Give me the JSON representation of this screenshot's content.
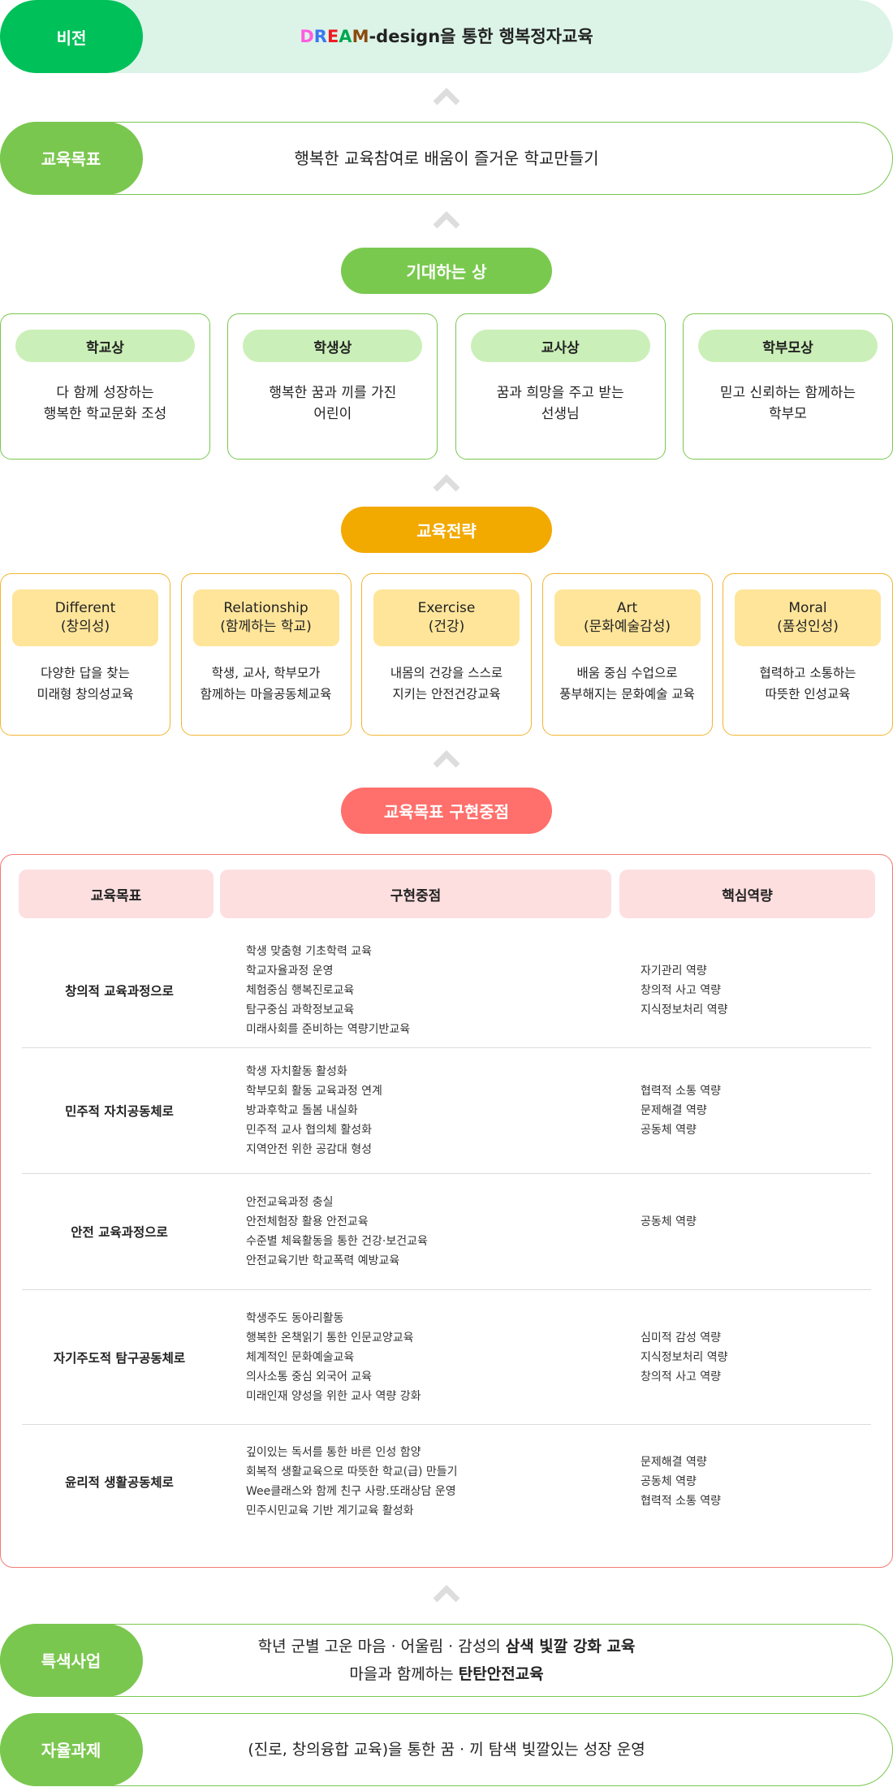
{
  "vision": {
    "label": "비전",
    "dream_letters": [
      "D",
      "R",
      "E",
      "A",
      "M"
    ],
    "dream_colors": [
      "#ff5ce0",
      "#3b78f0",
      "#ee1b24",
      "#00a651",
      "#8b4a0f"
    ],
    "text_rest": "-design을 통한 행복정자교육"
  },
  "education_goal": {
    "label": "교육목표",
    "text": "행복한 교육참여로 배움이 즐거운 학교만들기"
  },
  "expected_image": {
    "title": "기대하는 상",
    "cards": [
      {
        "title": "학교상",
        "line1": "다 함께 성장하는",
        "line2": "행복한 학교문화 조성"
      },
      {
        "title": "학생상",
        "line1": "행복한 꿈과 끼를 가진",
        "line2": "어린이"
      },
      {
        "title": "교사상",
        "line1": "꿈과 희망을 주고 받는",
        "line2": "선생님"
      },
      {
        "title": "학부모상",
        "line1": "믿고 신뢰하는 함께하는",
        "line2": "학부모"
      }
    ]
  },
  "strategy": {
    "title": "교육전략",
    "cards": [
      {
        "name": "Different",
        "sub": "(창의성)",
        "line1": "다양한 답을 찾는",
        "line2": "미래형 창의성교육"
      },
      {
        "name": "Relationship",
        "sub": "(함께하는 학교)",
        "line1": "학생, 교사, 학부모가",
        "line2": "함께하는 마을공동체교육"
      },
      {
        "name": "Exercise",
        "sub": "(건강)",
        "line1": "내몸의 건강을 스스로",
        "line2": "지키는 안전건강교육"
      },
      {
        "name": "Art",
        "sub": "(문화예술감성)",
        "line1": "배움 중심 수업으로",
        "line2": "풍부해지는 문화예술 교육"
      },
      {
        "name": "Moral",
        "sub": "(품성인성)",
        "line1": "협력하고 소통하는",
        "line2": "따뜻한 인성교육"
      }
    ]
  },
  "implementation": {
    "title": "교육목표 구현중점",
    "headers": [
      "교육목표",
      "구현중점",
      "핵심역량"
    ],
    "rows": [
      {
        "goal": "창의적 교육과정으로",
        "focus": [
          "학생 맞춤형 기초학력 교육",
          "학교자율과정 운영",
          "체험중심 행복진로교육",
          "탐구중심 과학정보교육",
          "미래사회를 준비하는 역량기반교육"
        ],
        "competencies": [
          "자기관리 역량",
          "창의적 사고 역량",
          "지식정보처리 역량"
        ]
      },
      {
        "goal": "민주적 자치공동체로",
        "focus": [
          "학생 자치활동 활성화",
          "학부모회 활동 교육과정 연계",
          "방과후학교 돌봄 내실화",
          "민주적 교사 협의체 활성화",
          "지역안전 위한 공감대 형성"
        ],
        "competencies": [
          "협력적 소통 역량",
          "문제해결 역량",
          "공동체 역량"
        ]
      },
      {
        "goal": "안전 교육과정으로",
        "focus": [
          "안전교육과정 충실",
          "안전체험장 활용 안전교육",
          "수준별 체육활동을 통한 건강·보건교육",
          "안전교육기반 학교폭력 예방교육"
        ],
        "competencies": [
          "공동체 역량"
        ]
      },
      {
        "goal": "자기주도적 탐구공동체로",
        "focus": [
          "학생주도 동아리활동",
          "행복한 온책읽기 통한 인문교양교육",
          "체계적인 문화예술교육",
          "의사소통 중심 외국어 교육",
          "미래인재 양성을 위한 교사 역량 강화"
        ],
        "competencies": [
          "심미적 감성 역량",
          "지식정보처리 역량",
          "창의적 사고 역량"
        ]
      },
      {
        "goal": "윤리적 생활공동체로",
        "focus": [
          "깊이있는 독서를 통한 바른 인성 함양",
          "회복적 생활교육으로 따뜻한 학교(급) 만들기",
          "Wee클래스와 함께 친구 사랑.또래상담 운영",
          "민주시민교육 기반 계기교육 활성화"
        ],
        "competencies": [
          "문제해결 역량",
          "공동체 역량",
          "협력적 소통 역량"
        ]
      }
    ]
  },
  "special_project": {
    "label": "특색사업",
    "line1_plain": "학년 군별 고운 마음 · 어울림 · 감성의 ",
    "line1_bold": "삼색 빛깔 강화 교육",
    "line2_plain": "마을과 함께하는 ",
    "line2_bold": "탄탄안전교육"
  },
  "autonomous_task": {
    "label": "자율과제",
    "text": "(진로, 창의융합 교육)을 통한 꿈 · 끼 탐색 빛깔있는 성장 운영"
  },
  "icons": {
    "arrow": "chevron-up-icon"
  },
  "colors": {
    "vision_green": "#00c05a",
    "vision_bg": "#dcf4e8",
    "goal_green": "#7ac74f",
    "expected_chip": "#cbefb8",
    "strategy_orange": "#f2a900",
    "strategy_chip": "#ffe59a",
    "implementation_red": "#ff6f6b",
    "table_header": "#fddfe0",
    "arrow_gray": "#dddddd"
  }
}
